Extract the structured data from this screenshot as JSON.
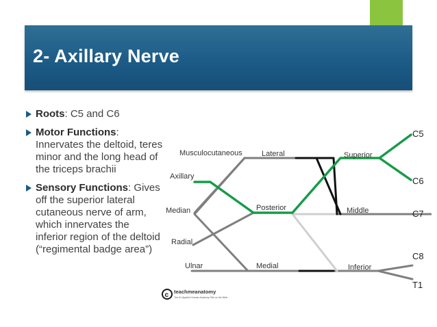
{
  "slide": {
    "title": "2- Axillary Nerve",
    "accent_color": "#8bc540",
    "band_color": "#1b5a85"
  },
  "bullets": [
    {
      "label": "Roots",
      "text": ": C5 and C6"
    },
    {
      "label": "Motor Functions",
      "text": ": Innervates the deltoid, teres minor and the long head of the triceps brachii"
    },
    {
      "label": "Sensory Functions",
      "text": ": Gives off the superior lateral cutaneous nerve of arm, which innervates the inferior region of the deltoid (“regimental badge area”)"
    }
  ],
  "diagram": {
    "roots": [
      "C5",
      "C6",
      "C7",
      "C8",
      "T1"
    ],
    "trunks": [
      "Superior",
      "Middle",
      "Inferior"
    ],
    "cords": [
      "Lateral",
      "Posterior",
      "Medial"
    ],
    "branches": [
      "Musculocutaneous",
      "Axillary",
      "Median",
      "Radial",
      "Ulnar"
    ],
    "highlight_color": "#169b48",
    "logo": {
      "name": "teachmeanatomy",
      "tagline": "The #1 Applied Human Anatomy Site on the Web."
    }
  }
}
